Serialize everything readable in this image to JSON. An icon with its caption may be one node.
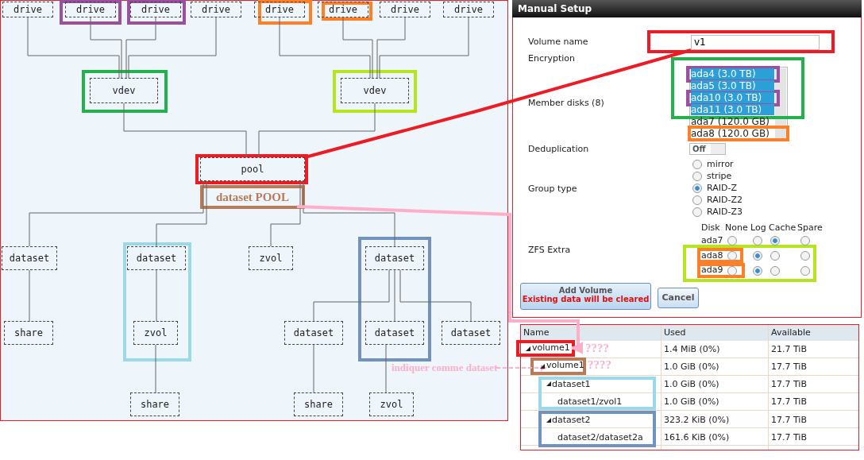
{
  "diagram": {
    "nodes": [
      {
        "text": [
          "drive"
        ]
      },
      {
        "text": [
          "drive"
        ]
      },
      {
        "text": [
          "drive"
        ]
      },
      {
        "text": [
          "drive"
        ]
      },
      {
        "text": [
          "drive"
        ]
      },
      {
        "text": [
          "drive"
        ]
      },
      {
        "text": [
          "drive"
        ]
      },
      {
        "text": [
          "drive"
        ]
      },
      {
        "text": [
          "vdev"
        ]
      },
      {
        "text": [
          "vdev"
        ]
      },
      {
        "text": [
          "pool"
        ]
      },
      {
        "text": [
          "dataset POOL"
        ]
      },
      {
        "text": [
          "dataset"
        ]
      },
      {
        "text": [
          "dataset"
        ]
      },
      {
        "text": [
          "zvol"
        ]
      },
      {
        "text": [
          "dataset"
        ]
      },
      {
        "text": [
          "share"
        ]
      },
      {
        "text": [
          "zvol"
        ]
      },
      {
        "text": [
          "dataset"
        ]
      },
      {
        "text": [
          "dataset"
        ]
      },
      {
        "text": [
          "dataset"
        ]
      },
      {
        "text": [
          "share"
        ]
      },
      {
        "text": [
          "share"
        ]
      },
      {
        "text": [
          "zvol"
        ]
      },
      {
        "text": [
          "v1"
        ]
      },
      {
        "text": [
          "volume1"
        ]
      },
      {
        "text": [
          "volume1"
        ]
      },
      {
        "text": [
          "indiquer comme dataset"
        ]
      }
    ],
    "edges": [
      {
        "from": 0,
        "to": 8,
        "arrow": "none"
      },
      {
        "from": 1,
        "to": 8,
        "arrow": "none"
      },
      {
        "from": 2,
        "to": 8,
        "arrow": "none"
      },
      {
        "from": 3,
        "to": 8,
        "arrow": "none"
      },
      {
        "from": 4,
        "to": 9,
        "arrow": "none"
      },
      {
        "from": 5,
        "to": 9,
        "arrow": "none"
      },
      {
        "from": 6,
        "to": 9,
        "arrow": "none"
      },
      {
        "from": 7,
        "to": 9,
        "arrow": "none"
      },
      {
        "from": 8,
        "to": 10,
        "arrow": "none"
      },
      {
        "from": 9,
        "to": 10,
        "arrow": "none"
      },
      {
        "from": 10,
        "to": 12,
        "arrow": "none"
      },
      {
        "from": 10,
        "to": 13,
        "arrow": "none"
      },
      {
        "from": 10,
        "to": 14,
        "arrow": "none"
      },
      {
        "from": 10,
        "to": 15,
        "arrow": "none"
      },
      {
        "from": 12,
        "to": 16,
        "arrow": "none"
      },
      {
        "from": 13,
        "to": 17,
        "arrow": "none"
      },
      {
        "from": 17,
        "to": 21,
        "arrow": "none"
      },
      {
        "from": 15,
        "to": 18,
        "arrow": "none"
      },
      {
        "from": 15,
        "to": 19,
        "arrow": "none"
      },
      {
        "from": 15,
        "to": 20,
        "arrow": "none"
      },
      {
        "from": 18,
        "to": 22,
        "arrow": "none"
      },
      {
        "from": 19,
        "to": 23,
        "arrow": "none"
      },
      {
        "from": 10,
        "to": 24,
        "arrow": "none",
        "style": "thick",
        "color": "#ed1c24"
      },
      {
        "from": 11,
        "to": 25,
        "arrow": "to",
        "style": "thick",
        "color": "#ffaec9"
      },
      {
        "from": 27,
        "to": 26,
        "arrow": "to",
        "style": "dashed",
        "color": "#ffaec9"
      }
    ],
    "labels": [
      "Manual Setup",
      "Volume name",
      "Encryption",
      "ada4 (3.0 TB)",
      "ada5 (3.0 TB)",
      "ada10 (3.0 TB)",
      "ada11 (3.0 TB)",
      "ada7 (120.0 GB)",
      "ada8 (120.0 GB)",
      "Member disks (8)",
      "Deduplication",
      "Off",
      "mirror",
      "stripe",
      "RAID-Z",
      "RAID-Z2",
      "RAID-Z3",
      "Group type",
      "Disk",
      "None",
      "Log",
      "Cache",
      "Spare",
      "ZFS Extra",
      "ada7",
      "ada8",
      "ada9",
      "Add Volume",
      "Existing data will be cleared",
      "Cancel",
      "Name",
      "Used",
      "Available",
      "????",
      "1.4 MiB (0%)",
      "21.7 TiB",
      "????",
      "1.0 GiB (0%)",
      "17.7 TiB",
      "dataset1",
      "1.0 GiB (0%)",
      "17.7 TiB",
      "dataset1/zvol1",
      "1.0 GiB (0%)",
      "17.7 TiB",
      "dataset2",
      "323.2 KiB (0%)",
      "17.7 TiB",
      "dataset2/dataset2a",
      "161.6 KiB (0%)",
      "17.7 TiB"
    ]
  }
}
